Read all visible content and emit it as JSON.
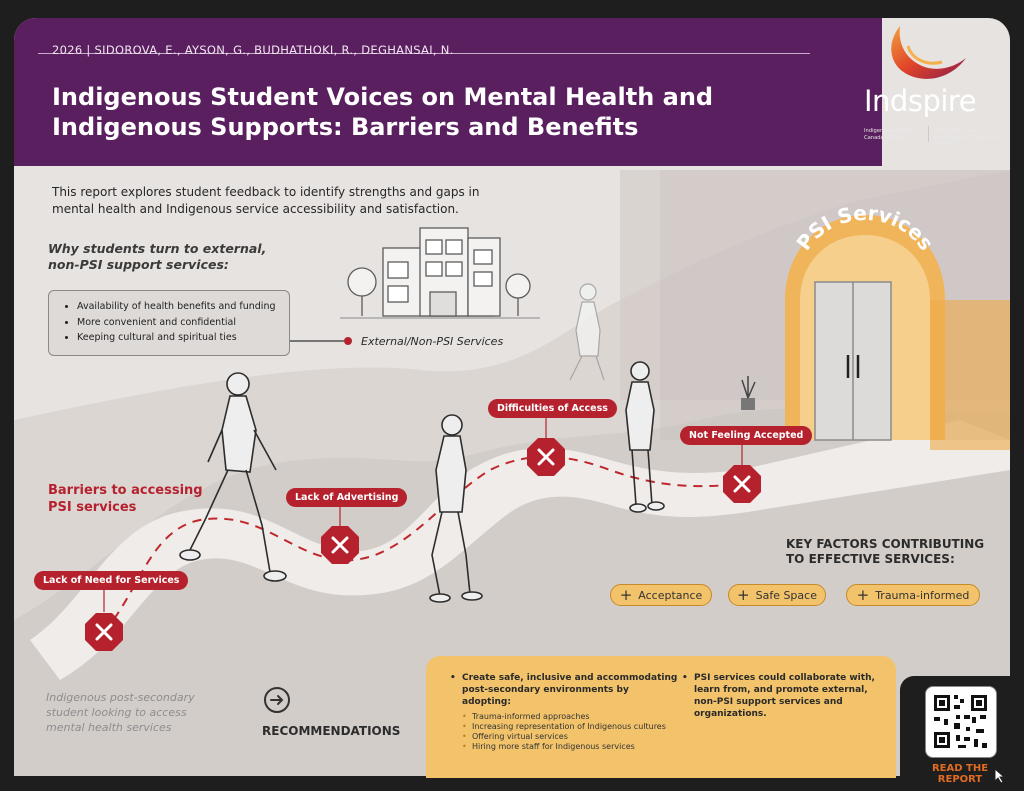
{
  "header": {
    "authors": "2026  |  SIDOROVA, E., AYSON, G., BUDHATHOKI, R., DEGHANSAI, N.",
    "title": "Indigenous Student Voices on Mental Health and Indigenous Supports: Barriers and Benefits"
  },
  "logo": {
    "wordmark": "Indspire",
    "tagline_en": "Indigenous education, Canada's future.",
    "tagline_fr": "L'éducation des autochtones. L'avenir du Canada."
  },
  "intro": "This report explores student feedback to identify strengths and gaps in mental health and Indigenous service accessibility and satisfaction.",
  "external": {
    "heading": "Why students turn to external, non-PSI support services:",
    "reasons": [
      "Availability of health benefits and funding",
      "More convenient and confidential",
      "Keeping cultural and spiritual ties"
    ],
    "label": "External/Non-PSI Services"
  },
  "psi_label": "PSI Services",
  "barriers": {
    "heading": "Barriers to accessing PSI services",
    "items": [
      "Lack of Need for Services",
      "Lack of Advertising",
      "Difficulties of Access",
      "Not Feeling Accepted"
    ]
  },
  "key_factors": {
    "heading": "KEY FACTORS CONTRIBUTING TO EFFECTIVE SERVICES:",
    "items": [
      "Acceptance",
      "Safe Space",
      "Trauma-informed"
    ]
  },
  "student_caption": "Indigenous post-secondary student looking to access mental health services",
  "recommendations": {
    "label": "RECOMMENDATIONS",
    "main1": "Create safe, inclusive and accommodating post-secondary environments by adopting:",
    "sub": [
      "Trauma-informed approaches",
      "Increasing representation of Indigenous cultures",
      "Offering virtual services",
      "Hiring more staff for Indigenous services"
    ],
    "main2": "PSI services could collaborate with, learn from, and promote external, non-PSI support services and organizations."
  },
  "read_report": "READ THE REPORT",
  "colors": {
    "header_purple": "#5a1f5e",
    "barrier_red": "#b5222e",
    "accent_gold": "#f2c36b",
    "logo_orange": "#e06b22"
  }
}
